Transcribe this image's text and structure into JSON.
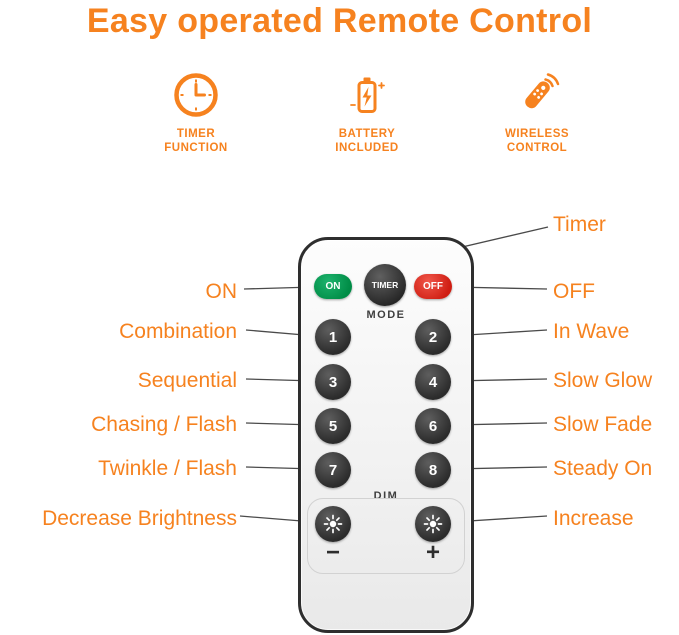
{
  "title": "Easy operated Remote Control",
  "colors": {
    "accent": "#F6821F",
    "on_green": "#00A550",
    "off_red": "#E2231A",
    "button_dark": "#3a3a3a",
    "remote_border": "#2e2e2e"
  },
  "features": [
    {
      "icon": "clock-icon",
      "line1": "TIMER",
      "line2": "FUNCTION"
    },
    {
      "icon": "battery-icon",
      "line1": "BATTERY",
      "line2": "INCLUDED"
    },
    {
      "icon": "remote-icon",
      "line1": "WIRELESS",
      "line2": "CONTROL"
    }
  ],
  "remote": {
    "on_label": "ON",
    "timer_label": "TIMER",
    "off_label": "OFF",
    "mode_label": "MODE",
    "mode_buttons": [
      "1",
      "2",
      "3",
      "4",
      "5",
      "6",
      "7",
      "8"
    ],
    "dim_label": "DIM",
    "minus_label": "−",
    "plus_label": "+"
  },
  "annotations": {
    "left": [
      "ON",
      "Combination",
      "Sequential",
      "Chasing / Flash",
      "Twinkle / Flash",
      "Decrease Brightness"
    ],
    "right": [
      "Timer",
      "OFF",
      "In Wave",
      "Slow Glow",
      "Slow Fade",
      "Steady On",
      "Increase"
    ]
  }
}
